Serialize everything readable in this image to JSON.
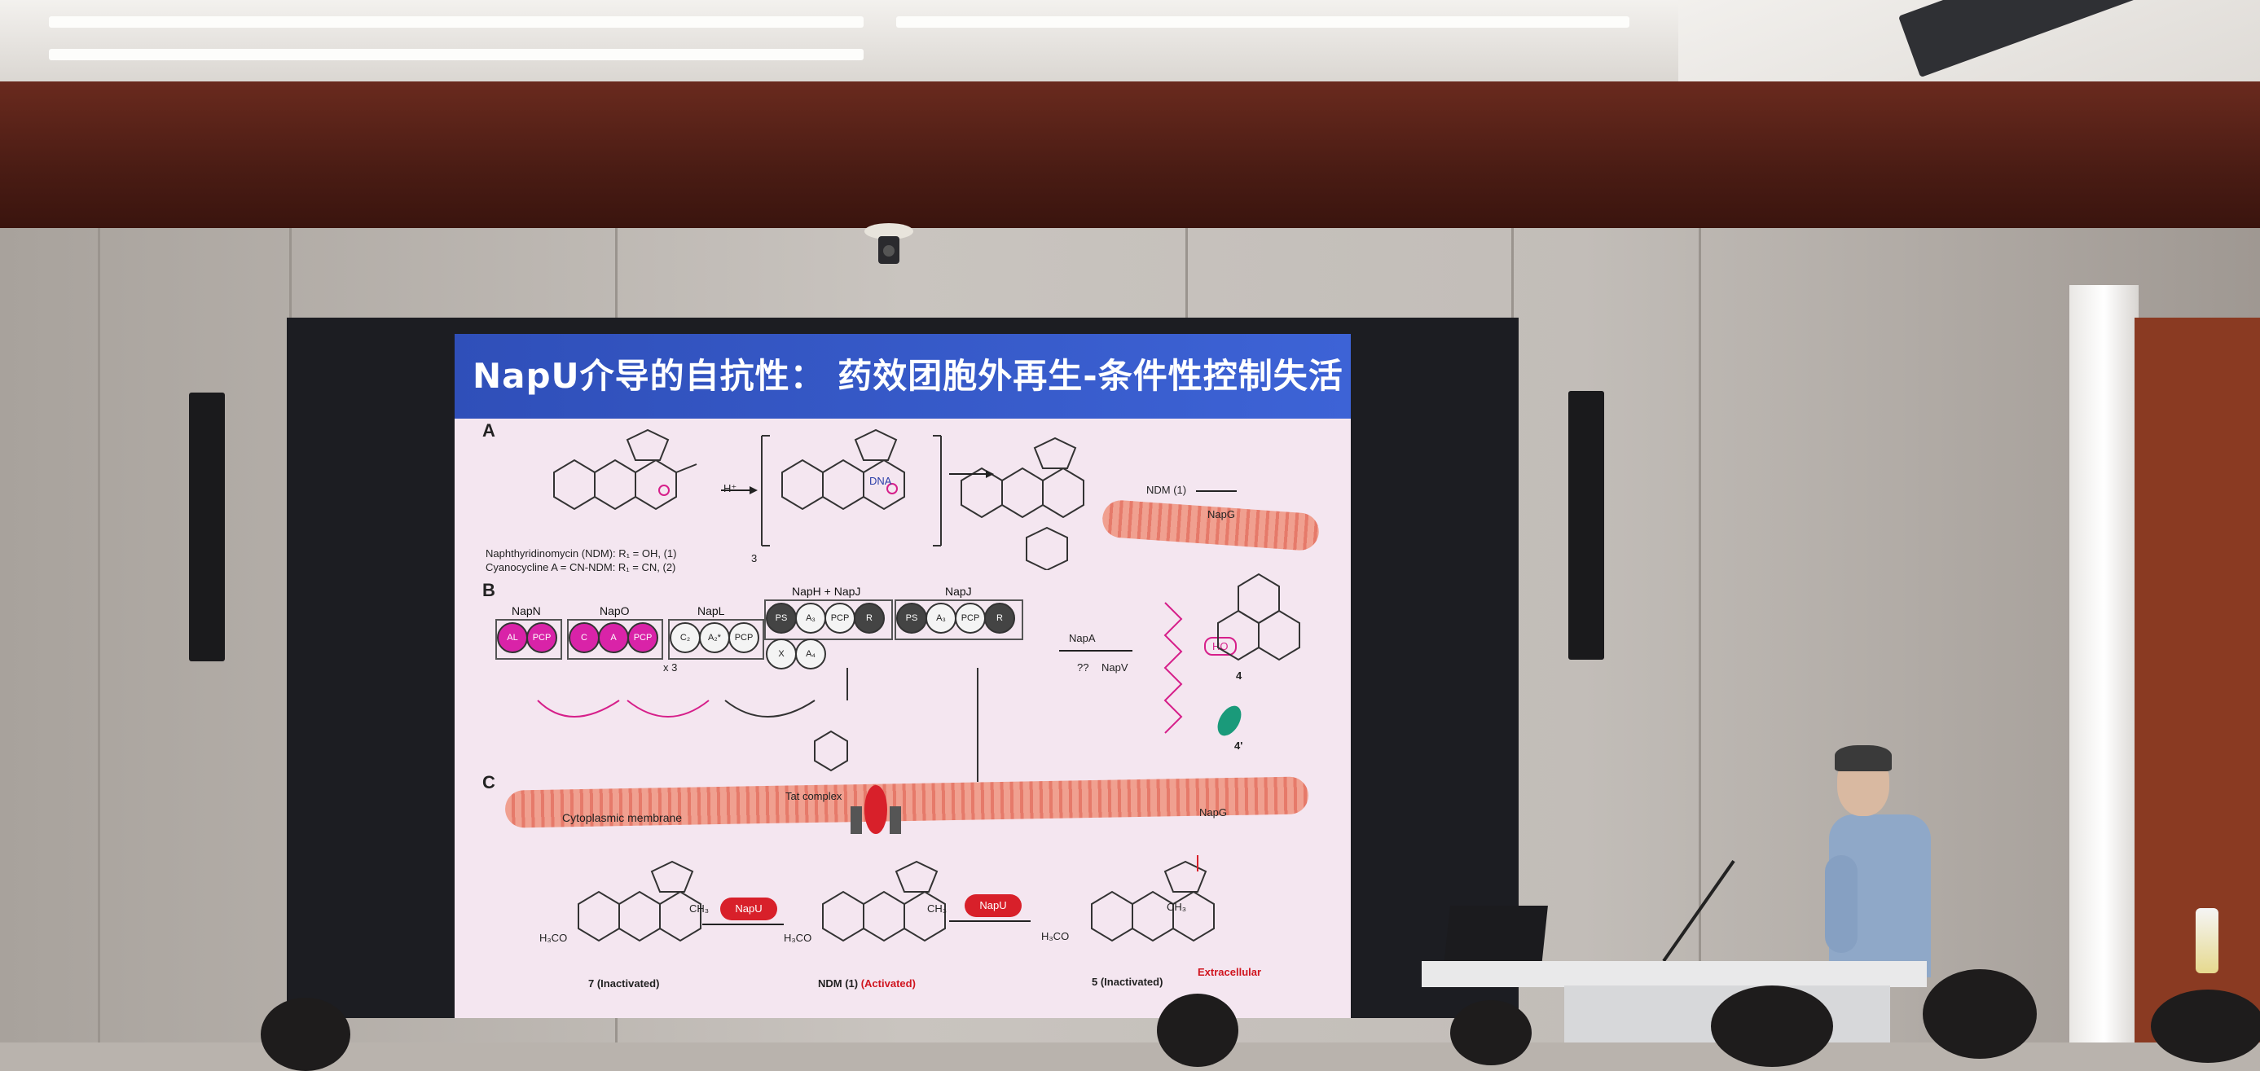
{
  "slide": {
    "title": "NapU介导的自抗性：  药效团胞外再生-条件性控制失活",
    "panels": {
      "a": "A",
      "b": "B",
      "c": "C"
    },
    "panel_a": {
      "h_plus": "H⁺",
      "dna": "DNA",
      "compound_3": "3",
      "ndm_line": "Naphthyridinomycin (NDM): R₁ = OH, (1)",
      "cn_line": "Cyanocycline A = CN-NDM: R₁ = CN, (2)",
      "ndm_1_label": "NDM (1)",
      "napg": "NapG"
    },
    "panel_b": {
      "modules": [
        "NapN",
        "NapO",
        "NapL",
        "NapH + NapJ",
        "NapJ"
      ],
      "x3": "x 3",
      "napa": "NapA",
      "napv": "NapV",
      "qq": "??",
      "compound_4": "4",
      "compound_4p": "4'",
      "ho": "HO",
      "domains": {
        "al": "AL",
        "pcp": "PCP",
        "c": "C",
        "a": "A",
        "cy": "C₂",
        "a1": "A₂*",
        "ps": "PS",
        "a3": "A₃",
        "r": "R",
        "x": "X",
        "a4": "A₄"
      }
    },
    "panel_c": {
      "tat_complex": "Tat complex",
      "membrane": "Cytoplasmic membrane",
      "napg": "NapG",
      "napu": "NapU",
      "label_7": "7 (Inactivated)",
      "label_ndm_prefix": "NDM (1) ",
      "label_ndm_activated": "(Activated)",
      "label_5": "5 (Inactivated)",
      "extracellular": "Extracellular",
      "ch3": "CH₃",
      "h3co": "H₃CO"
    }
  },
  "colors": {
    "title_bar": "#3556c7",
    "slide_bg": "#f4e6f0",
    "magenta": "#d61f8a",
    "napu_red": "#d8202a",
    "wood_beam": "#4a1c14"
  }
}
